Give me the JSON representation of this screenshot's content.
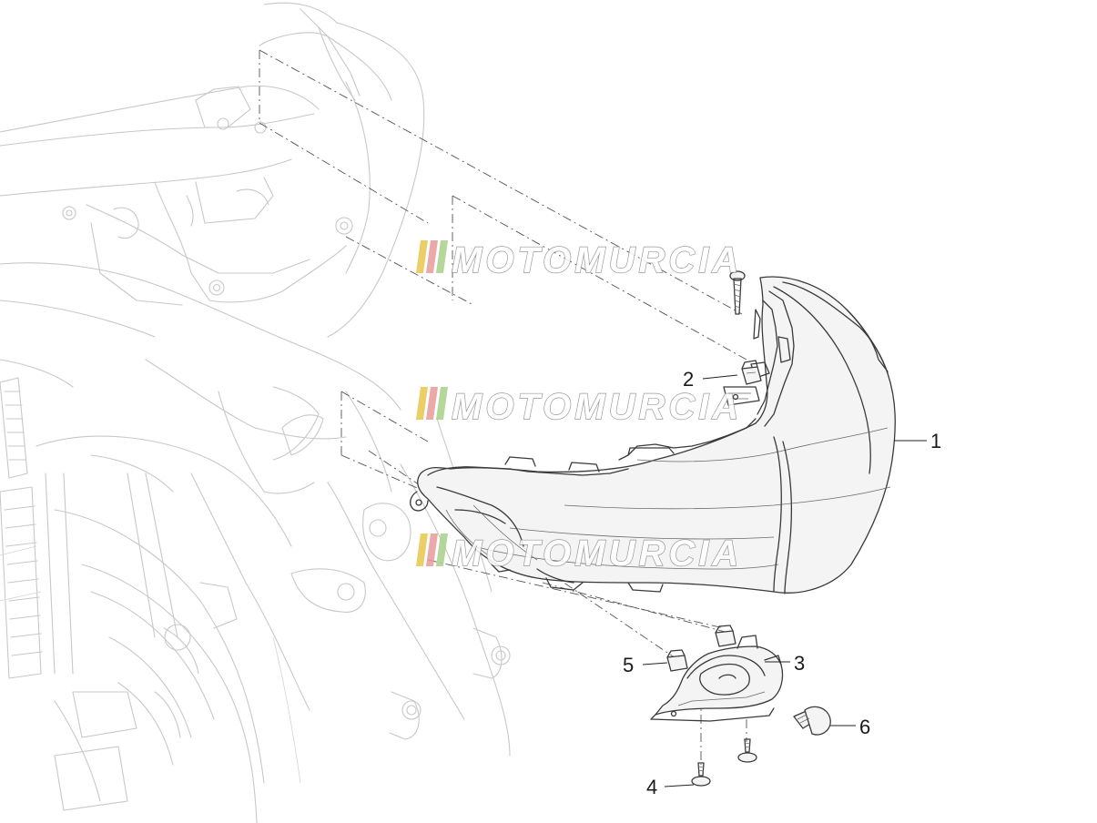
{
  "diagram": {
    "callouts": [
      {
        "id": "1",
        "label": "1"
      },
      {
        "id": "2",
        "label": "2"
      },
      {
        "id": "3",
        "label": "3"
      },
      {
        "id": "4",
        "label": "4"
      },
      {
        "id": "5",
        "label": "5"
      },
      {
        "id": "6",
        "label": "6"
      }
    ],
    "watermark": {
      "text": "MOTOMURCIA",
      "stripe_colors": [
        "#e8c64a",
        "#e89a9a",
        "#a8d08a"
      ]
    }
  }
}
